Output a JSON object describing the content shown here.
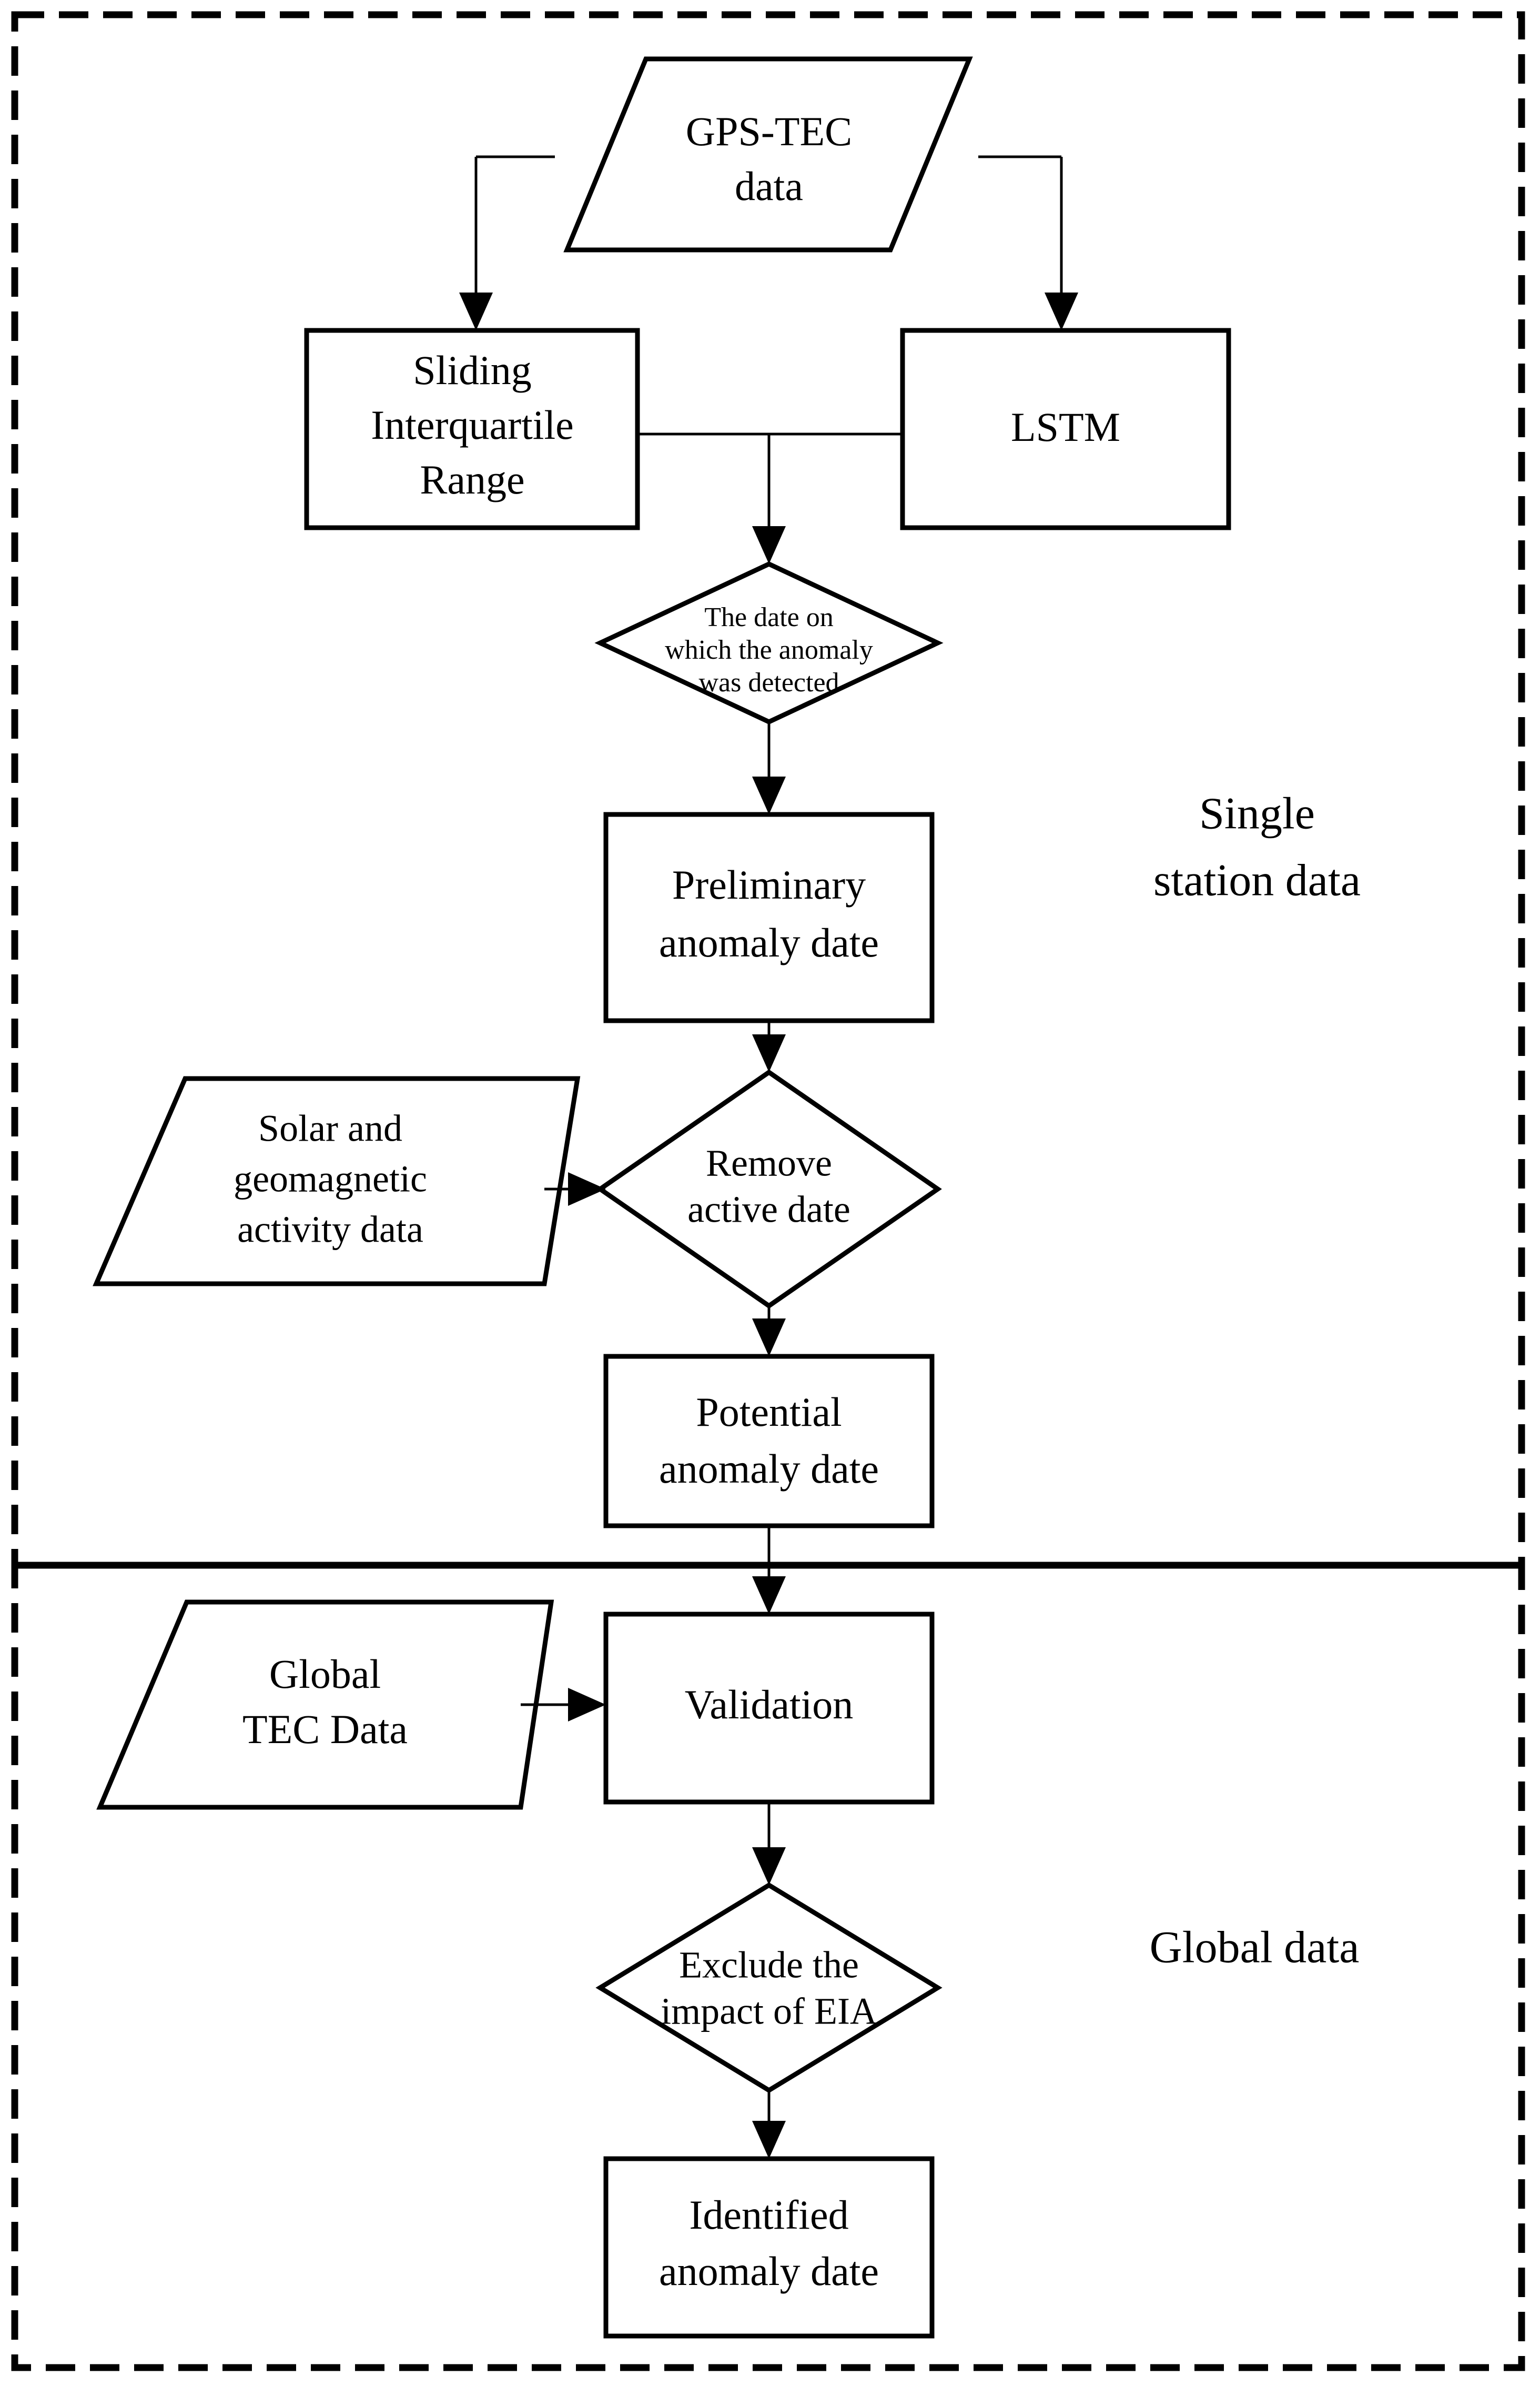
{
  "diagram": {
    "title": "Ionospheric TEC anomaly detection workflow",
    "background": "#ffffff",
    "line_color": "#000000",
    "regions": [
      {
        "id": "single-station",
        "label": "Single\nstation data",
        "label_line1": "Single",
        "label_line2": "station data"
      },
      {
        "id": "global",
        "label": "Global data",
        "label_line1": "Global data",
        "label_line2": ""
      }
    ],
    "nodes": [
      {
        "id": "gps-tec-data",
        "shape": "parallelogram",
        "line1": "GPS-TEC",
        "line2": "data"
      },
      {
        "id": "sliding-iqr",
        "shape": "rectangle",
        "line1": "Sliding",
        "line2": "Interquartile",
        "line3": "Range"
      },
      {
        "id": "lstm",
        "shape": "rectangle",
        "line1": "LSTM",
        "line2": ""
      },
      {
        "id": "anomaly-date-check",
        "shape": "diamond",
        "line1": "The date on",
        "line2": "which the anomaly",
        "line3": "was detected"
      },
      {
        "id": "preliminary-date",
        "shape": "rectangle",
        "line1": "Preliminary",
        "line2": "anomaly date"
      },
      {
        "id": "solar-geomag-data",
        "shape": "parallelogram",
        "line1": "Solar and",
        "line2": "geomagnetic",
        "line3": "activity data"
      },
      {
        "id": "remove-active-date",
        "shape": "diamond",
        "line1": "Remove",
        "line2": "active date"
      },
      {
        "id": "potential-date",
        "shape": "rectangle",
        "line1": "Potential",
        "line2": "anomaly date"
      },
      {
        "id": "global-tec-data",
        "shape": "parallelogram",
        "line1": "Global",
        "line2": "TEC Data"
      },
      {
        "id": "validation",
        "shape": "rectangle",
        "line1": "Validation",
        "line2": ""
      },
      {
        "id": "exclude-eia",
        "shape": "diamond",
        "line1": "Exclude the",
        "line2": "impact of EIA"
      },
      {
        "id": "identified-date",
        "shape": "rectangle",
        "line1": "Identified",
        "line2": "anomaly date"
      }
    ],
    "edges": [
      {
        "from": "gps-tec-data",
        "to": "sliding-iqr",
        "arrow": true
      },
      {
        "from": "gps-tec-data",
        "to": "lstm",
        "arrow": true
      },
      {
        "from": "sliding-iqr",
        "to": "anomaly-date-check",
        "arrow": true
      },
      {
        "from": "lstm",
        "to": "anomaly-date-check",
        "arrow": true
      },
      {
        "from": "anomaly-date-check",
        "to": "preliminary-date",
        "arrow": true
      },
      {
        "from": "preliminary-date",
        "to": "remove-active-date",
        "arrow": true
      },
      {
        "from": "solar-geomag-data",
        "to": "remove-active-date",
        "arrow": true
      },
      {
        "from": "remove-active-date",
        "to": "potential-date",
        "arrow": true
      },
      {
        "from": "potential-date",
        "to": "validation",
        "arrow": true
      },
      {
        "from": "global-tec-data",
        "to": "validation",
        "arrow": true
      },
      {
        "from": "validation",
        "to": "exclude-eia",
        "arrow": true
      },
      {
        "from": "exclude-eia",
        "to": "identified-date",
        "arrow": true
      }
    ]
  }
}
